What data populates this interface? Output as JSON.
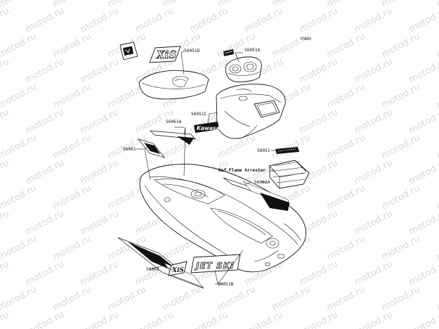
{
  "watermark": "motod.ru",
  "figure_code": "F3893",
  "reference_label": "Ref.Flame Arrester",
  "parts": [
    {
      "id": "p56051D",
      "number": "56051D"
    },
    {
      "id": "p56051A",
      "number": "56051A"
    },
    {
      "id": "p56051C",
      "number": "56051C"
    },
    {
      "id": "p56061A",
      "number": "56061A"
    },
    {
      "id": "p56061",
      "number": "56061"
    },
    {
      "id": "p56051",
      "number": "56051"
    },
    {
      "id": "p56062A",
      "number": "56062A"
    },
    {
      "id": "p56062",
      "number": "56062"
    },
    {
      "id": "p56051B",
      "number": "56051B"
    }
  ],
  "decal_text": {
    "kawasaki": "Kawasaki",
    "xis": "XiS",
    "jetski": "JET SKI"
  }
}
